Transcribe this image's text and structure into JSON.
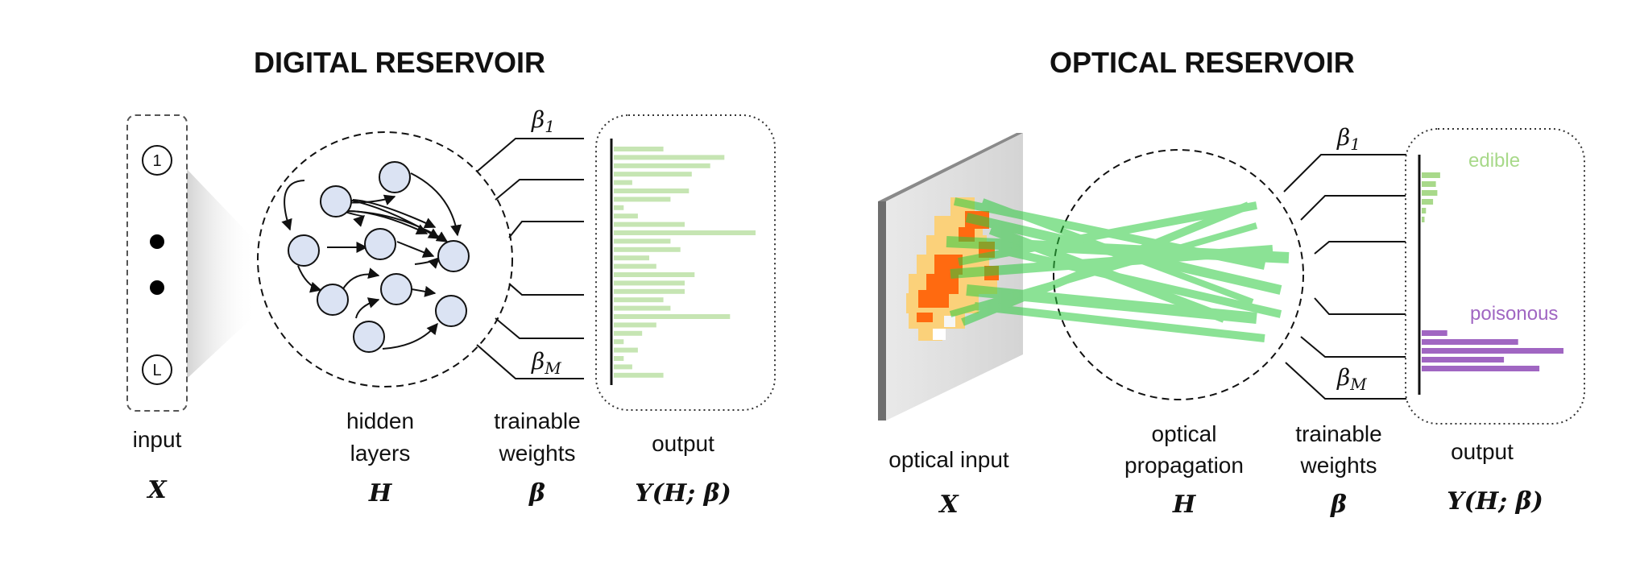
{
  "digital": {
    "title": "DIGITAL RESERVOIR",
    "input_node_first": "1",
    "input_node_last": "L",
    "input_label": "input",
    "input_symbol": "X",
    "hidden_label_line1": "hidden",
    "hidden_label_line2": "layers",
    "hidden_symbol": "H",
    "weights_label_line1": "trainable",
    "weights_label_line2": "weights",
    "weights_symbol": "β",
    "beta_first": "β",
    "beta_first_sub": "1",
    "beta_last": "β",
    "beta_last_sub": "M",
    "output_label": "output",
    "output_symbol": "Y(H; β)",
    "bar_color": "#c6e5b3",
    "output_bars": [
      0.35,
      0.78,
      0.68,
      0.55,
      0.13,
      0.53,
      0.4,
      0.07,
      0.17,
      0.5,
      1.0,
      0.4,
      0.47,
      0.25,
      0.3,
      0.57,
      0.5,
      0.5,
      0.35,
      0.4,
      0.82,
      0.3,
      0.2,
      0.07,
      0.17,
      0.07,
      0.13,
      0.35
    ]
  },
  "optical": {
    "title": "OPTICAL RESERVOIR",
    "input_label": "optical input",
    "input_symbol": "X",
    "hidden_label_line1": "optical",
    "hidden_label_line2": "propagation",
    "hidden_symbol": "H",
    "weights_label_line1": "trainable",
    "weights_label_line2": "weights",
    "weights_symbol": "β",
    "beta_first": "β",
    "beta_first_sub": "1",
    "beta_last": "β",
    "beta_last_sub": "M",
    "output_label": "output",
    "output_symbol": "Y(H; β)",
    "class_edible": "edible",
    "class_poisonous": "poisonous",
    "edible_color": "#a8d98a",
    "poisonous_color": "#a066c2",
    "edible_bars": [
      0.13,
      0.1,
      0.11,
      0.08,
      0.03,
      0.02
    ],
    "poisonous_bars": [
      0.18,
      0.68,
      1.0,
      0.58,
      0.83
    ],
    "beam_color": "#2ecc40",
    "pixel_colors": {
      "light": "#fbd17a",
      "dark": "#ff6a10"
    }
  }
}
